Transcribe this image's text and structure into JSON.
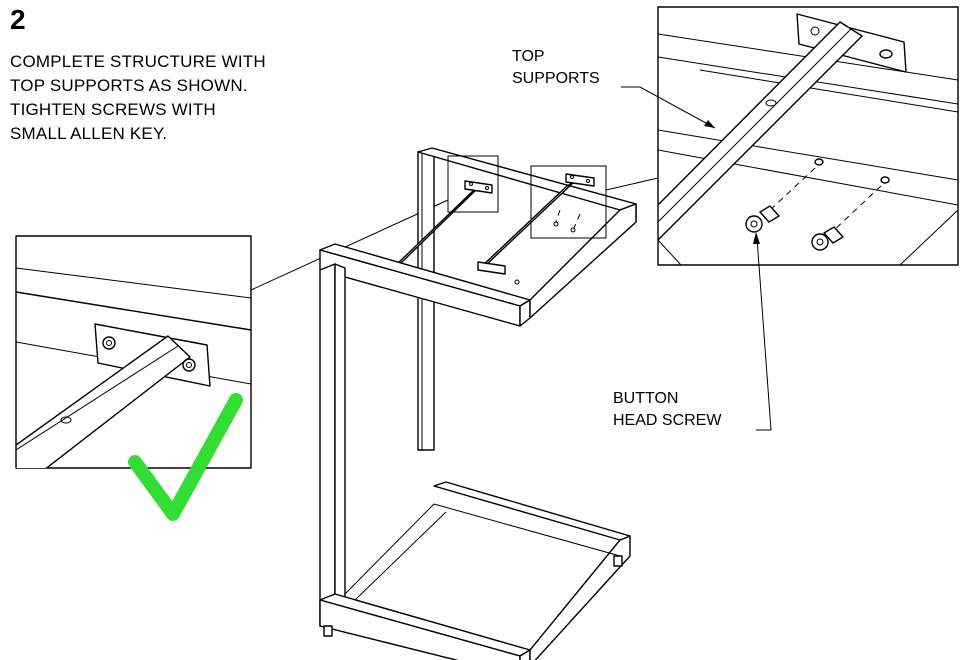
{
  "step": {
    "number": "2"
  },
  "instructions": {
    "lines": [
      "COMPLETE STRUCTURE WITH",
      "TOP SUPPORTS AS SHOWN.",
      "TIGHTEN SCREWS WITH",
      "SMALL ALLEN KEY."
    ]
  },
  "callouts": {
    "top_supports": [
      "TOP",
      "SUPPORTS"
    ],
    "button_head_screw": [
      "BUTTON",
      "HEAD SCREW"
    ]
  },
  "colors": {
    "check_mark": "#33dd33",
    "line": "#000000",
    "background": "#ffffff"
  },
  "icons": {
    "check": "check-mark-icon"
  }
}
